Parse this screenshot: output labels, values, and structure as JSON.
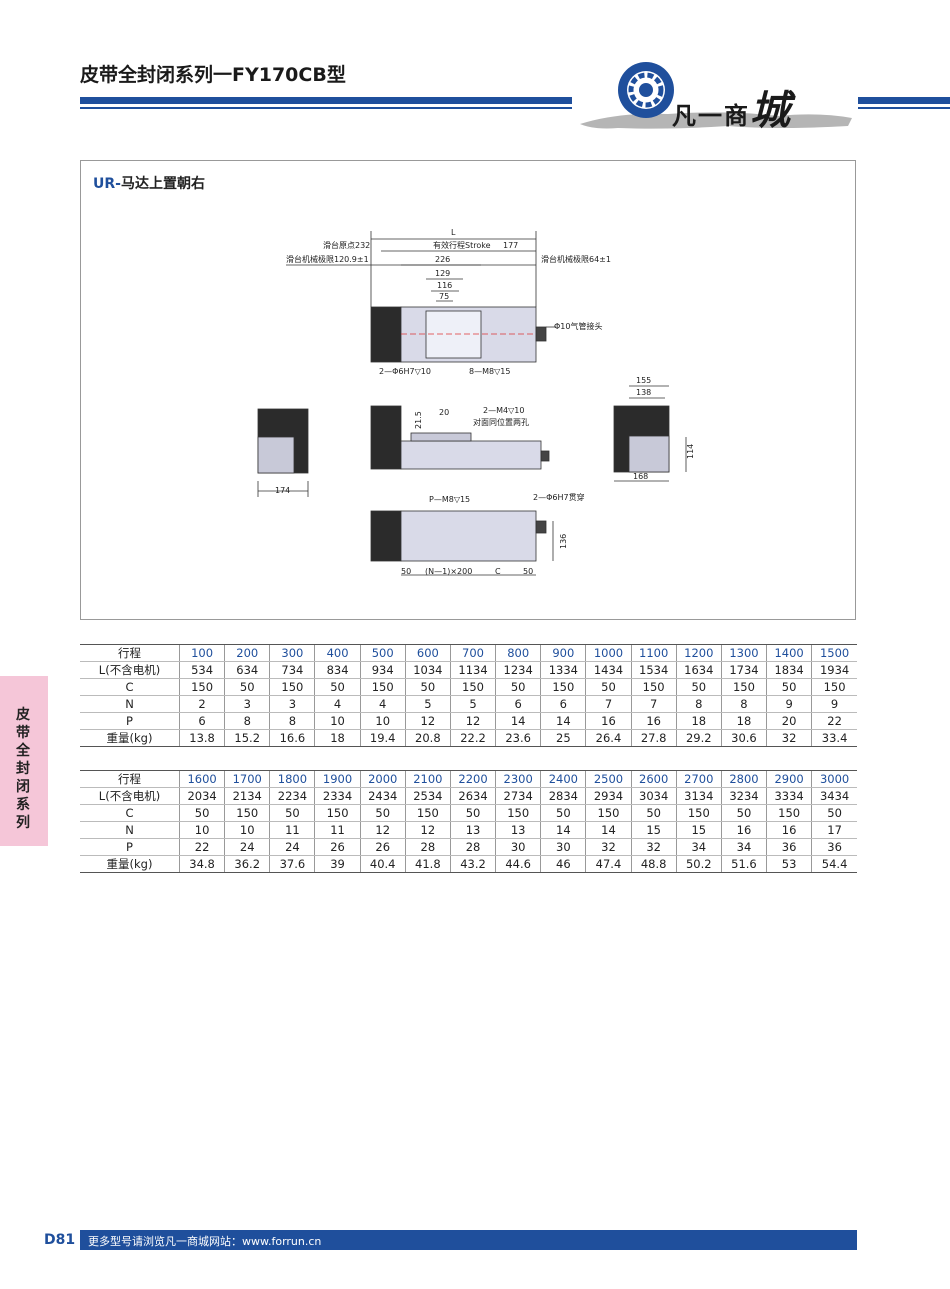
{
  "header": {
    "title": "皮带全封闭系列一FY170CB型",
    "logo_text": "凡一商",
    "logo_big_char": "城"
  },
  "drawing": {
    "title_prefix": "UR-",
    "title_text": "马达上置朝右",
    "labels": {
      "L": "L",
      "origin": "滑台原点232",
      "stroke": "有效行程Stroke",
      "d177": "177",
      "limit_left": "滑台机械极限120.9±1",
      "d226": "226",
      "limit_right": "滑台机械极限64±1",
      "d129": "129",
      "d116": "116",
      "d75": "75",
      "air": "Φ10气管接头",
      "pin_holes": "2—Φ6H7▽10",
      "m8_top": "8—M8▽15",
      "d21_5": "21.5",
      "d20": "20",
      "m4": "2—M4▽10",
      "opposite": "对面同位置两孔",
      "d155": "155",
      "d138": "138",
      "d114": "114",
      "d168": "168",
      "d174": "174",
      "pm8": "P—M8▽15",
      "pin_through": "2—Φ6H7贯穿",
      "d136": "136",
      "d50a": "50",
      "n200": "(N—1)×200",
      "c": "C",
      "d50b": "50"
    }
  },
  "table1": {
    "rows": [
      {
        "label": "行程",
        "values": [
          "100",
          "200",
          "300",
          "400",
          "500",
          "600",
          "700",
          "800",
          "900",
          "1000",
          "1100",
          "1200",
          "1300",
          "1400",
          "1500"
        ]
      },
      {
        "label": "L(不含电机)",
        "values": [
          "534",
          "634",
          "734",
          "834",
          "934",
          "1034",
          "1134",
          "1234",
          "1334",
          "1434",
          "1534",
          "1634",
          "1734",
          "1834",
          "1934"
        ]
      },
      {
        "label": "C",
        "values": [
          "150",
          "50",
          "150",
          "50",
          "150",
          "50",
          "150",
          "50",
          "150",
          "50",
          "150",
          "50",
          "150",
          "50",
          "150"
        ]
      },
      {
        "label": "N",
        "values": [
          "2",
          "3",
          "3",
          "4",
          "4",
          "5",
          "5",
          "6",
          "6",
          "7",
          "7",
          "8",
          "8",
          "9",
          "9"
        ]
      },
      {
        "label": "P",
        "values": [
          "6",
          "8",
          "8",
          "10",
          "10",
          "12",
          "12",
          "14",
          "14",
          "16",
          "16",
          "18",
          "18",
          "20",
          "22"
        ]
      },
      {
        "label": "重量(kg)",
        "values": [
          "13.8",
          "15.2",
          "16.6",
          "18",
          "19.4",
          "20.8",
          "22.2",
          "23.6",
          "25",
          "26.4",
          "27.8",
          "29.2",
          "30.6",
          "32",
          "33.4"
        ]
      }
    ]
  },
  "table2": {
    "rows": [
      {
        "label": "行程",
        "values": [
          "1600",
          "1700",
          "1800",
          "1900",
          "2000",
          "2100",
          "2200",
          "2300",
          "2400",
          "2500",
          "2600",
          "2700",
          "2800",
          "2900",
          "3000"
        ]
      },
      {
        "label": "L(不含电机)",
        "values": [
          "2034",
          "2134",
          "2234",
          "2334",
          "2434",
          "2534",
          "2634",
          "2734",
          "2834",
          "2934",
          "3034",
          "3134",
          "3234",
          "3334",
          "3434"
        ]
      },
      {
        "label": "C",
        "values": [
          "50",
          "150",
          "50",
          "150",
          "50",
          "150",
          "50",
          "150",
          "50",
          "150",
          "50",
          "150",
          "50",
          "150",
          "50"
        ]
      },
      {
        "label": "N",
        "values": [
          "10",
          "10",
          "11",
          "11",
          "12",
          "12",
          "13",
          "13",
          "14",
          "14",
          "15",
          "15",
          "16",
          "16",
          "17"
        ]
      },
      {
        "label": "P",
        "values": [
          "22",
          "24",
          "24",
          "26",
          "26",
          "28",
          "28",
          "30",
          "30",
          "32",
          "32",
          "34",
          "34",
          "36",
          "36"
        ]
      },
      {
        "label": "重量(kg)",
        "values": [
          "34.8",
          "36.2",
          "37.6",
          "39",
          "40.4",
          "41.8",
          "43.2",
          "44.6",
          "46",
          "47.4",
          "48.8",
          "50.2",
          "51.6",
          "53",
          "54.4"
        ]
      }
    ]
  },
  "side_tab": {
    "text": "皮带全封闭系列"
  },
  "footer": {
    "page_number": "D81",
    "text": "更多型号请浏览凡一商城网站：www.forrun.cn"
  },
  "colors": {
    "brand_blue": "#1f4f9c",
    "side_tab_pink": "#f5c6d8"
  }
}
